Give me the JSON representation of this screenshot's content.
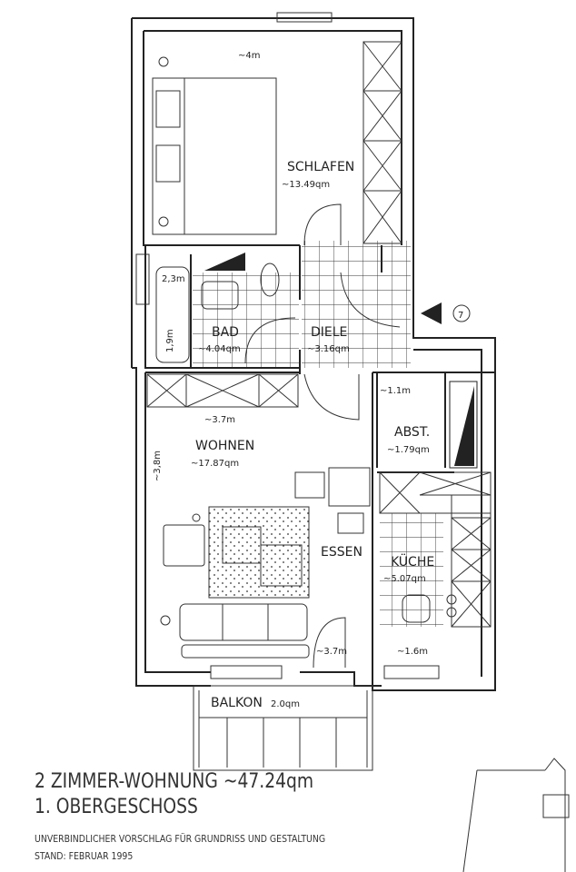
{
  "rooms": {
    "schlafen": {
      "name": "SCHLAFEN",
      "area": "~13.49qm",
      "width": "~4m"
    },
    "bad": {
      "name": "BAD",
      "area": "~4.04qm",
      "tub_length": "1,9m",
      "tub_width": "2,3m"
    },
    "diele": {
      "name": "DIELE",
      "area": "~3.16qm"
    },
    "abst": {
      "name": "ABST.",
      "area": "~1.79qm",
      "width": "~1.1m"
    },
    "wohnen": {
      "name": "WOHNEN",
      "area": "~17.87qm",
      "width": "~3.7m",
      "depth": "~3,8m",
      "width_bottom": "~3.7m"
    },
    "essen": {
      "name": "ESSEN"
    },
    "kueche": {
      "name": "KÜCHE",
      "area": "~5.07qm",
      "width": "~1.6m"
    },
    "balkon": {
      "name": "BALKON",
      "area": "2.0qm"
    }
  },
  "entrance_marker": "7",
  "title": {
    "line1": "2 ZIMMER-WOHNUNG ~47.24qm",
    "line2": "1. OBERGESCHOSS",
    "note": "UNVERBINDLICHER VORSCHLAG FÜR GRUNDRISS UND GESTALTUNG",
    "date": "STAND: FEBRUAR 1995"
  }
}
